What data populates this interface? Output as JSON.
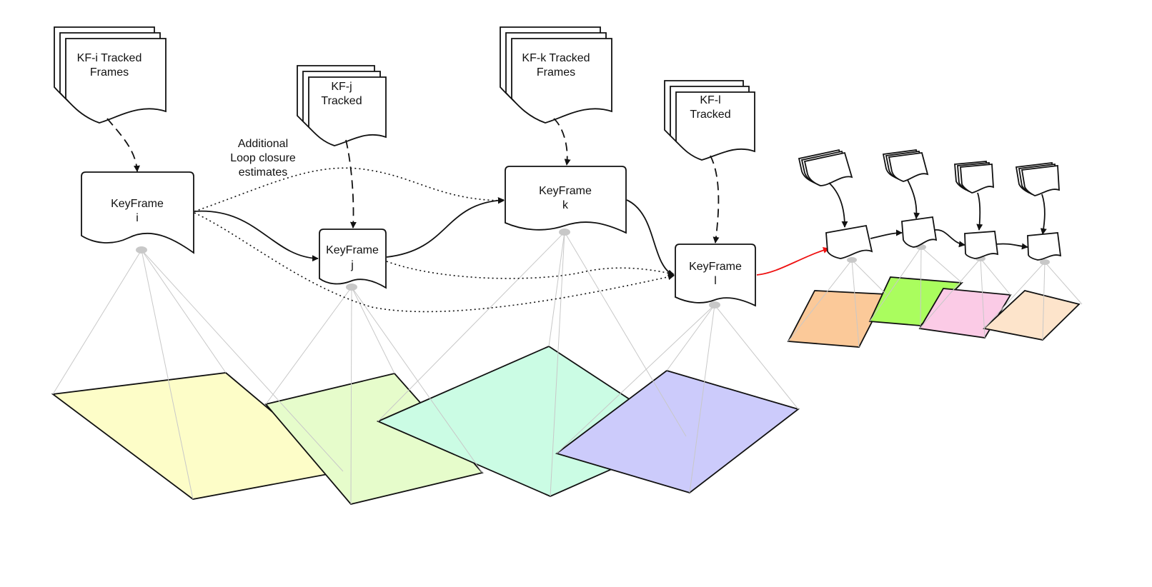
{
  "tracked": {
    "i": [
      "KF-i Tracked",
      "Frames"
    ],
    "j": [
      "KF-j",
      "Tracked"
    ],
    "k": [
      "KF-k Tracked",
      "Frames"
    ],
    "l": [
      "KF-l",
      "Tracked"
    ]
  },
  "keyframes": {
    "i": [
      "KeyFrame",
      "i"
    ],
    "j": [
      "KeyFrame",
      "j"
    ],
    "k": [
      "KeyFrame",
      "k"
    ],
    "l": [
      "KeyFrame",
      "l"
    ]
  },
  "loop_closure_label": [
    "Additional",
    "Loop closure",
    "estimates"
  ],
  "colors": {
    "plane_i": "#fdfdc8",
    "plane_j": "#e6fccb",
    "plane_k": "#cbfce4",
    "plane_l": "#cccbfb",
    "mini_1": "#fbc999",
    "mini_2": "#aafd5e",
    "mini_3": "#fbcbe6",
    "mini_4": "#fde4cb",
    "red_edge": "#ee1111"
  }
}
